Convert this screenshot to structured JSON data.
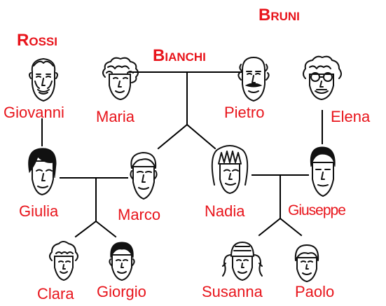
{
  "families": {
    "rossi": {
      "first": "R",
      "rest": "OSSI"
    },
    "bianchi": {
      "first": "B",
      "rest": "IANCHI"
    },
    "bruni": {
      "first": "B",
      "rest": "RUNI"
    }
  },
  "people": {
    "giovanni": "Giovanni",
    "maria": "Maria",
    "pietro": "Pietro",
    "elena": "Elena",
    "giulia": "Giulia",
    "marco": "Marco",
    "nadia": "Nadia",
    "giuseppe": "Giuseppe",
    "clara": "Clara",
    "giorgio": "Giorgio",
    "susanna": "Susanna",
    "paolo": "Paolo"
  },
  "colors": {
    "label": "#e8141b",
    "line": "#000000"
  }
}
